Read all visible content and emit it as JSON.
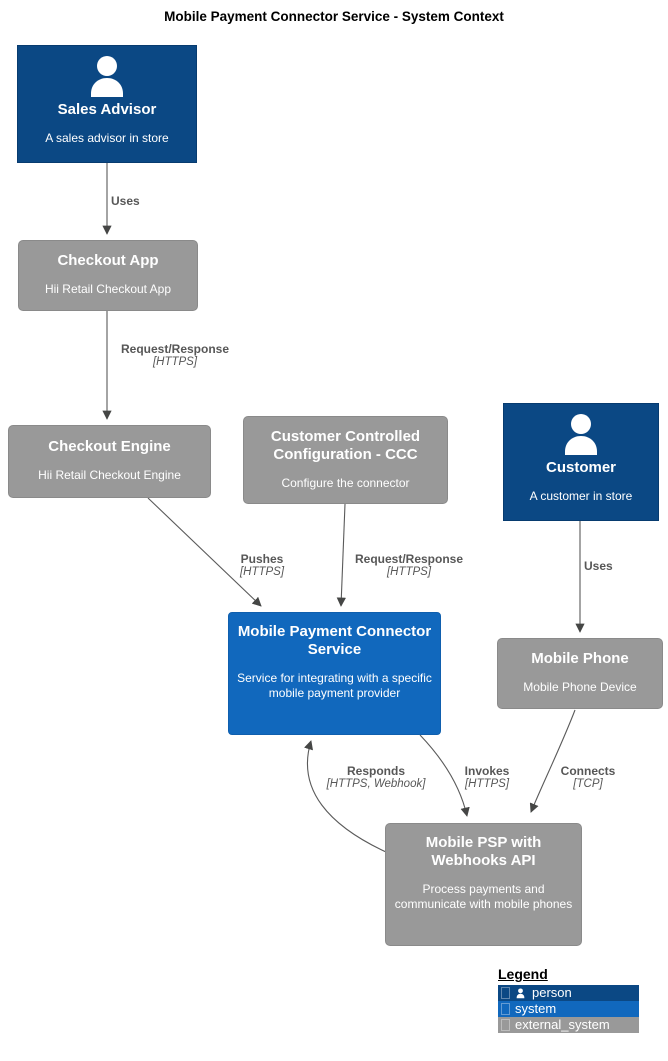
{
  "title": "Mobile Payment Connector Service - System Context",
  "nodes": {
    "sales_advisor": {
      "name": "Sales Advisor",
      "description": "A sales advisor in store",
      "type": "person"
    },
    "checkout_app": {
      "name": "Checkout App",
      "description": "Hii Retail Checkout App",
      "type": "external_system"
    },
    "checkout_engine": {
      "name": "Checkout Engine",
      "description": "Hii Retail Checkout Engine",
      "type": "external_system"
    },
    "ccc": {
      "name": "Customer Controlled Configuration - CCC",
      "description": "Configure the connector",
      "type": "external_system"
    },
    "customer": {
      "name": "Customer",
      "description": "A customer in store",
      "type": "person"
    },
    "mpcs": {
      "name": "Mobile Payment Connector Service",
      "description": "Service for integrating with a specific mobile payment provider",
      "type": "system"
    },
    "mobile_phone": {
      "name": "Mobile Phone",
      "description": "Mobile Phone Device",
      "type": "external_system"
    },
    "psp": {
      "name": "Mobile PSP with Webhooks API",
      "description": "Process payments and communicate with mobile phones",
      "type": "external_system"
    }
  },
  "edges": {
    "uses_advisor": {
      "label": "Uses",
      "tech": ""
    },
    "request_app_engine": {
      "label": "Request/Response",
      "tech": "[HTTPS]"
    },
    "pushes": {
      "label": "Pushes",
      "tech": "[HTTPS]"
    },
    "request_ccc": {
      "label": "Request/Response",
      "tech": "[HTTPS]"
    },
    "uses_customer": {
      "label": "Uses",
      "tech": ""
    },
    "responds": {
      "label": "Responds",
      "tech": "[HTTPS, Webhook]"
    },
    "invokes": {
      "label": "Invokes",
      "tech": "[HTTPS]"
    },
    "connects": {
      "label": "Connects",
      "tech": "[TCP]"
    }
  },
  "legend": {
    "title": "Legend",
    "items": [
      {
        "label": "person",
        "color": "#0b4884"
      },
      {
        "label": "system",
        "color": "#1168bd"
      },
      {
        "label": "external_system",
        "color": "#999999"
      }
    ]
  },
  "colors": {
    "person_bg": "#0b4884",
    "system_bg": "#1168bd",
    "external_bg": "#999999",
    "line": "#5a5a5a",
    "edge_label": "#575757",
    "node_text": "#ffffff"
  }
}
